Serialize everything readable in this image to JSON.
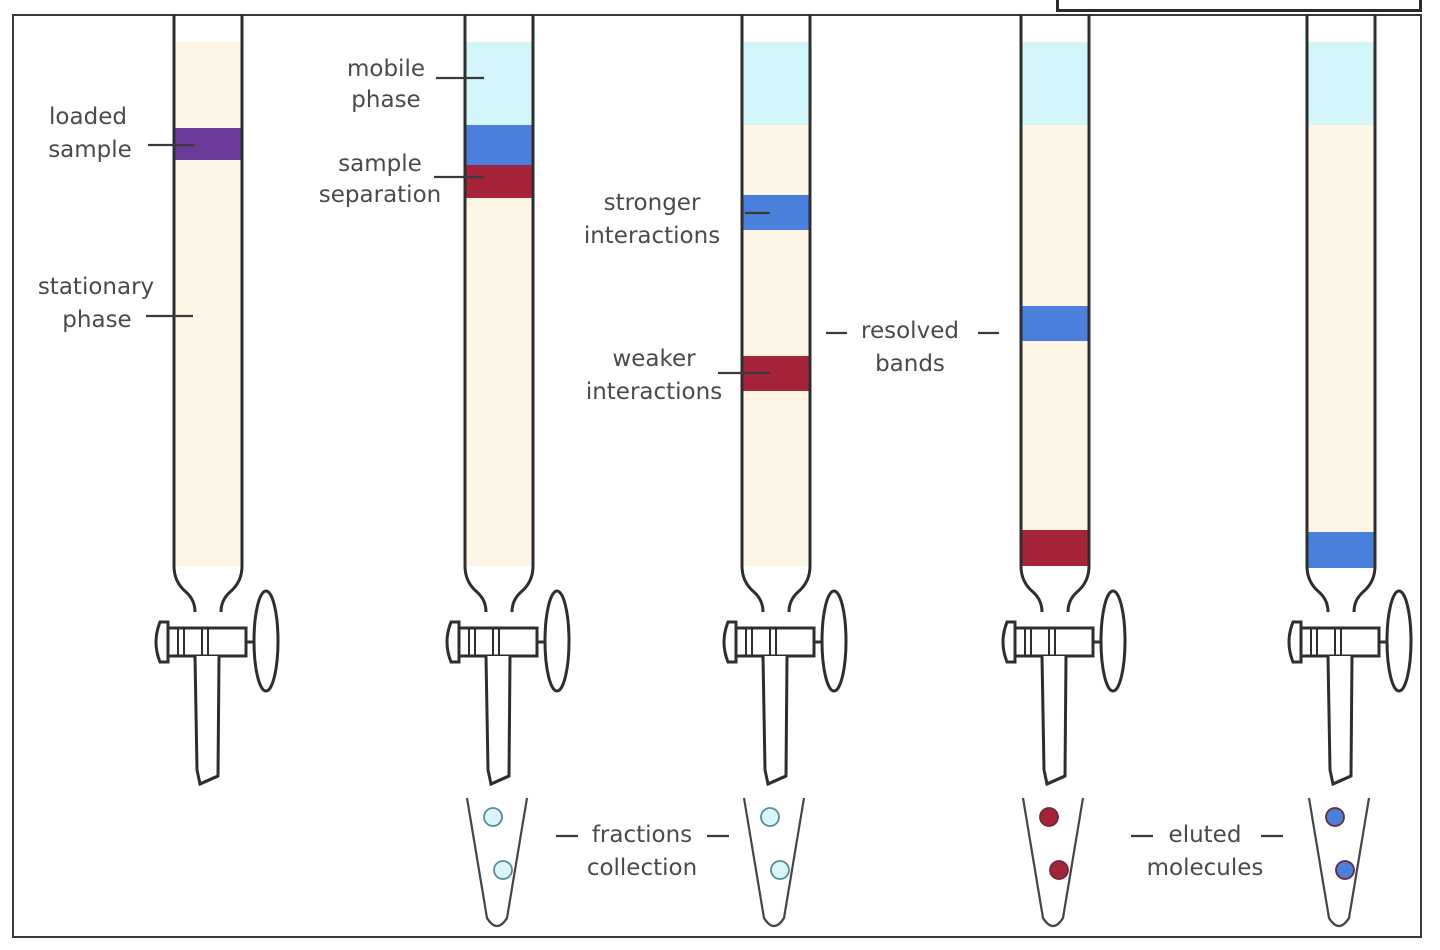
{
  "labels": {
    "loaded_sample": [
      "loaded",
      "sample"
    ],
    "stationary_phase": [
      "stationary",
      "phase"
    ],
    "mobile_phase": [
      "mobile",
      "phase"
    ],
    "sample_separation": [
      "sample",
      "separation"
    ],
    "stronger_interactions": [
      "stronger",
      "interactions"
    ],
    "weaker_interactions": [
      "weaker",
      "interactions"
    ],
    "resolved_bands": [
      "resolved",
      "bands"
    ],
    "fractions_collection": [
      "fractions",
      "collection"
    ],
    "eluted_molecules": [
      "eluted",
      "molecules"
    ]
  },
  "colors": {
    "stationary": "#fdf6e6",
    "mobile": "#d2f6fa",
    "sample_mix": "#6b3a9a",
    "blue_band": "#4a7fdc",
    "red_band": "#a5243a",
    "glass_stroke": "#2e2e2e",
    "empty_drop": "#d8f6f8"
  },
  "columns": [
    {
      "name": "column-loaded",
      "mobile": null,
      "bands": [
        {
          "kind": "sample_mix",
          "from": 128,
          "to": 160
        }
      ],
      "drops": null
    },
    {
      "name": "column-separation",
      "mobile": [
        42,
        125
      ],
      "bands": [
        {
          "kind": "blue_band",
          "from": 125,
          "to": 165
        },
        {
          "kind": "red_band",
          "from": 165,
          "to": 198
        }
      ],
      "drops": "empty_drop"
    },
    {
      "name": "column-interactions",
      "mobile": [
        42,
        125
      ],
      "bands": [
        {
          "kind": "blue_band",
          "from": 195,
          "to": 230
        },
        {
          "kind": "red_band",
          "from": 356,
          "to": 391
        }
      ],
      "drops": "empty_drop"
    },
    {
      "name": "column-resolved",
      "mobile": [
        42,
        125
      ],
      "bands": [
        {
          "kind": "blue_band",
          "from": 306,
          "to": 341
        },
        {
          "kind": "red_band",
          "from": 530,
          "to": 566
        }
      ],
      "drops": "red_band"
    },
    {
      "name": "column-eluted",
      "mobile": [
        42,
        125
      ],
      "bands": [
        {
          "kind": "blue_band",
          "from": 532,
          "to": 568
        }
      ],
      "drops": "blue_band"
    }
  ]
}
